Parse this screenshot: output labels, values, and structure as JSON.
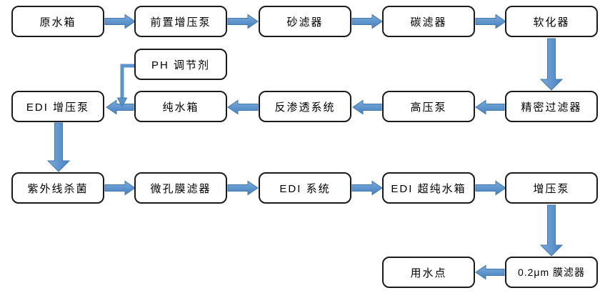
{
  "diagram": {
    "type": "flowchart",
    "description": "Ultrapure water treatment process flow diagram",
    "nodes": {
      "raw_water_tank": {
        "label": "原水箱"
      },
      "pre_boost_pump": {
        "label": "前置增压泵"
      },
      "sand_filter": {
        "label": "砂滤器"
      },
      "carbon_filter": {
        "label": "碳滤器"
      },
      "softener": {
        "label": "软化器"
      },
      "ph_adjuster": {
        "label": "PH 调节剂"
      },
      "edi_boost_pump": {
        "label": "EDI 增压泵"
      },
      "pure_water_tank": {
        "label": "纯水箱"
      },
      "ro_system": {
        "label": "反渗透系统"
      },
      "high_pressure_pump": {
        "label": "高压泵"
      },
      "precision_filter": {
        "label": "精密过滤器"
      },
      "uv_sterilizer": {
        "label": "紫外线杀菌"
      },
      "micro_membrane_filter": {
        "label": "微孔膜滤器"
      },
      "edi_system": {
        "label": "EDI 系统"
      },
      "edi_ultrapure_tank": {
        "label": "EDI 超纯水箱"
      },
      "boost_pump": {
        "label": "增压泵"
      },
      "point_of_use": {
        "label": "用水点"
      },
      "membrane_filter_02um": {
        "label": "0.2μm 膜滤器"
      }
    },
    "edges": [
      {
        "from": "raw_water_tank",
        "to": "pre_boost_pump",
        "direction": "right"
      },
      {
        "from": "pre_boost_pump",
        "to": "sand_filter",
        "direction": "right"
      },
      {
        "from": "sand_filter",
        "to": "carbon_filter",
        "direction": "right"
      },
      {
        "from": "carbon_filter",
        "to": "softener",
        "direction": "right"
      },
      {
        "from": "softener",
        "to": "precision_filter",
        "direction": "down"
      },
      {
        "from": "precision_filter",
        "to": "high_pressure_pump",
        "direction": "left"
      },
      {
        "from": "high_pressure_pump",
        "to": "ro_system",
        "direction": "left"
      },
      {
        "from": "ro_system",
        "to": "pure_water_tank",
        "direction": "left"
      },
      {
        "from": "pure_water_tank",
        "to": "edi_boost_pump",
        "direction": "left"
      },
      {
        "from": "ph_adjuster",
        "to": "pipe_pure_water_tank_to_edi_boost_pump",
        "direction": "elbow-down"
      },
      {
        "from": "edi_boost_pump",
        "to": "uv_sterilizer",
        "direction": "down"
      },
      {
        "from": "uv_sterilizer",
        "to": "micro_membrane_filter",
        "direction": "right"
      },
      {
        "from": "micro_membrane_filter",
        "to": "edi_system",
        "direction": "right"
      },
      {
        "from": "edi_system",
        "to": "edi_ultrapure_tank",
        "direction": "right"
      },
      {
        "from": "edi_ultrapure_tank",
        "to": "boost_pump",
        "direction": "right"
      },
      {
        "from": "boost_pump",
        "to": "membrane_filter_02um",
        "direction": "down"
      },
      {
        "from": "membrane_filter_02um",
        "to": "point_of_use",
        "direction": "left"
      }
    ],
    "colors": {
      "background": "#ffffff",
      "box_fill": "#ffffff",
      "box_border": "#1b1b1b",
      "text": "#000000",
      "arrow_light": "#7aabdb",
      "arrow_dark": "#4781c1",
      "arrow_stroke": "#4479ae"
    }
  }
}
